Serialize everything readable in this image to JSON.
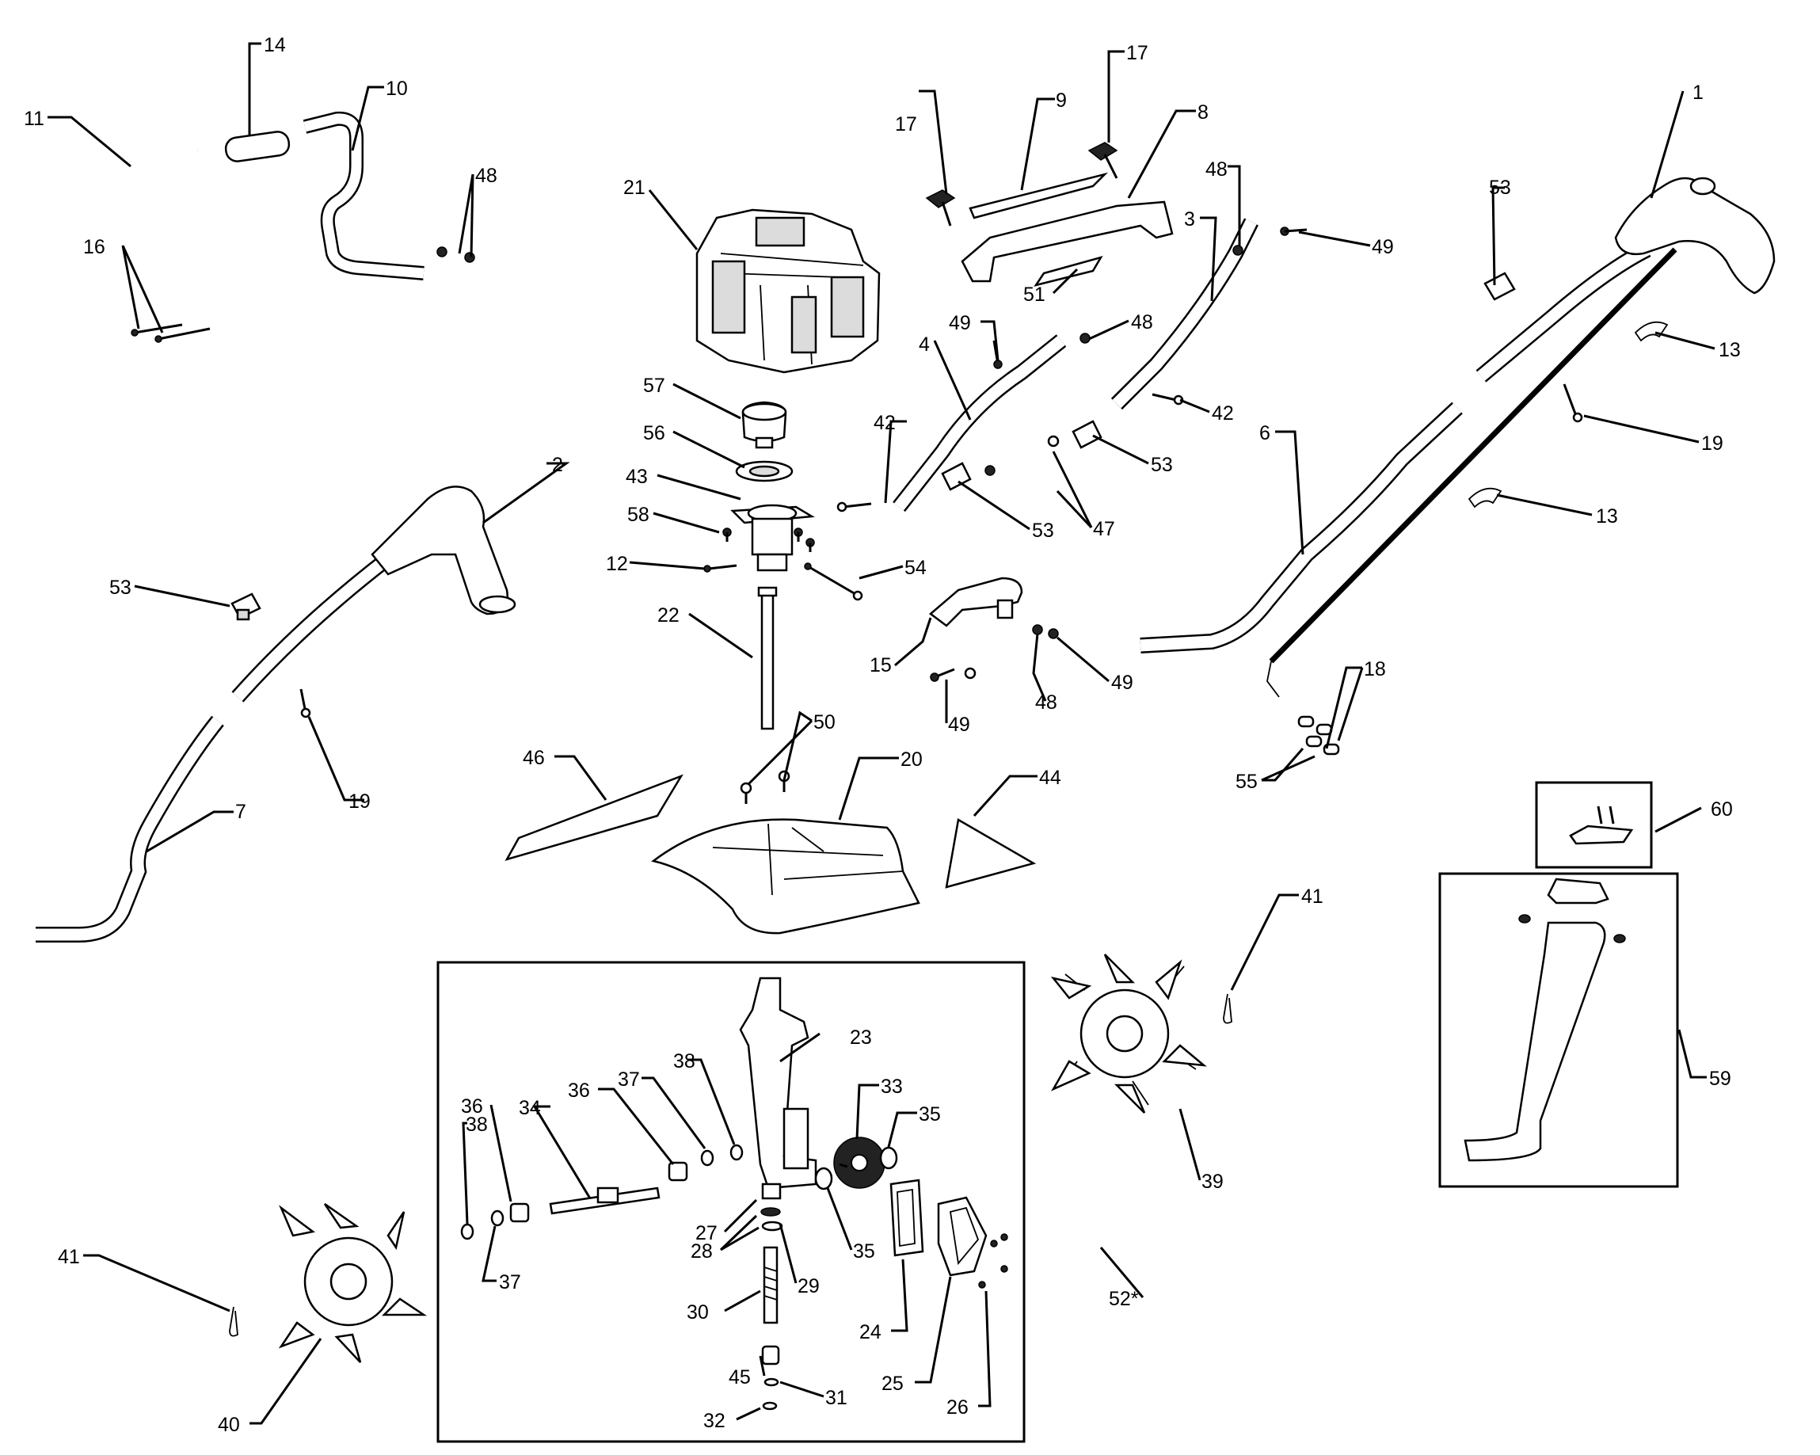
{
  "diagram": {
    "type": "exploded-parts-diagram",
    "labels": [
      {
        "id": "l1",
        "text": "1"
      },
      {
        "id": "l2",
        "text": "2"
      },
      {
        "id": "l3",
        "text": "3"
      },
      {
        "id": "l4",
        "text": "4"
      },
      {
        "id": "l6",
        "text": "6"
      },
      {
        "id": "l7",
        "text": "7"
      },
      {
        "id": "l8",
        "text": "8"
      },
      {
        "id": "l9",
        "text": "9"
      },
      {
        "id": "l10",
        "text": "10"
      },
      {
        "id": "l11",
        "text": "11"
      },
      {
        "id": "l12",
        "text": "12"
      },
      {
        "id": "l13a",
        "text": "13"
      },
      {
        "id": "l13b",
        "text": "13"
      },
      {
        "id": "l14",
        "text": "14"
      },
      {
        "id": "l15",
        "text": "15"
      },
      {
        "id": "l16",
        "text": "16"
      },
      {
        "id": "l17a",
        "text": "17"
      },
      {
        "id": "l17b",
        "text": "17"
      },
      {
        "id": "l18",
        "text": "18"
      },
      {
        "id": "l19a",
        "text": "19"
      },
      {
        "id": "l19b",
        "text": "19"
      },
      {
        "id": "l20",
        "text": "20"
      },
      {
        "id": "l21",
        "text": "21"
      },
      {
        "id": "l22",
        "text": "22"
      },
      {
        "id": "l23",
        "text": "23"
      },
      {
        "id": "l24",
        "text": "24"
      },
      {
        "id": "l25",
        "text": "25"
      },
      {
        "id": "l26",
        "text": "26"
      },
      {
        "id": "l27",
        "text": "27"
      },
      {
        "id": "l28",
        "text": "28"
      },
      {
        "id": "l29",
        "text": "29"
      },
      {
        "id": "l30",
        "text": "30"
      },
      {
        "id": "l31",
        "text": "31"
      },
      {
        "id": "l32",
        "text": "32"
      },
      {
        "id": "l33",
        "text": "33"
      },
      {
        "id": "l34",
        "text": "34"
      },
      {
        "id": "l35a",
        "text": "35"
      },
      {
        "id": "l35b",
        "text": "35"
      },
      {
        "id": "l36a",
        "text": "36"
      },
      {
        "id": "l36b",
        "text": "36"
      },
      {
        "id": "l37a",
        "text": "37"
      },
      {
        "id": "l37b",
        "text": "37"
      },
      {
        "id": "l38a",
        "text": "38"
      },
      {
        "id": "l38b",
        "text": "38"
      },
      {
        "id": "l39",
        "text": "39"
      },
      {
        "id": "l40",
        "text": "40"
      },
      {
        "id": "l41a",
        "text": "41"
      },
      {
        "id": "l41b",
        "text": "41"
      },
      {
        "id": "l42a",
        "text": "42"
      },
      {
        "id": "l42b",
        "text": "42"
      },
      {
        "id": "l43",
        "text": "43"
      },
      {
        "id": "l44",
        "text": "44"
      },
      {
        "id": "l45",
        "text": "45"
      },
      {
        "id": "l46",
        "text": "46"
      },
      {
        "id": "l47",
        "text": "47"
      },
      {
        "id": "l48a",
        "text": "48"
      },
      {
        "id": "l48b",
        "text": "48"
      },
      {
        "id": "l48c",
        "text": "48"
      },
      {
        "id": "l48d",
        "text": "48"
      },
      {
        "id": "l49a",
        "text": "49"
      },
      {
        "id": "l49b",
        "text": "49"
      },
      {
        "id": "l49c",
        "text": "49"
      },
      {
        "id": "l49d",
        "text": "49"
      },
      {
        "id": "l50",
        "text": "50"
      },
      {
        "id": "l51",
        "text": "51"
      },
      {
        "id": "l52",
        "text": "52*"
      },
      {
        "id": "l53a",
        "text": "53"
      },
      {
        "id": "l53b",
        "text": "53"
      },
      {
        "id": "l53c",
        "text": "53"
      },
      {
        "id": "l53d",
        "text": "53"
      },
      {
        "id": "l54",
        "text": "54"
      },
      {
        "id": "l55",
        "text": "55"
      },
      {
        "id": "l56",
        "text": "56"
      },
      {
        "id": "l57",
        "text": "57"
      },
      {
        "id": "l58",
        "text": "58"
      },
      {
        "id": "l59",
        "text": "59"
      },
      {
        "id": "l60",
        "text": "60"
      }
    ]
  }
}
